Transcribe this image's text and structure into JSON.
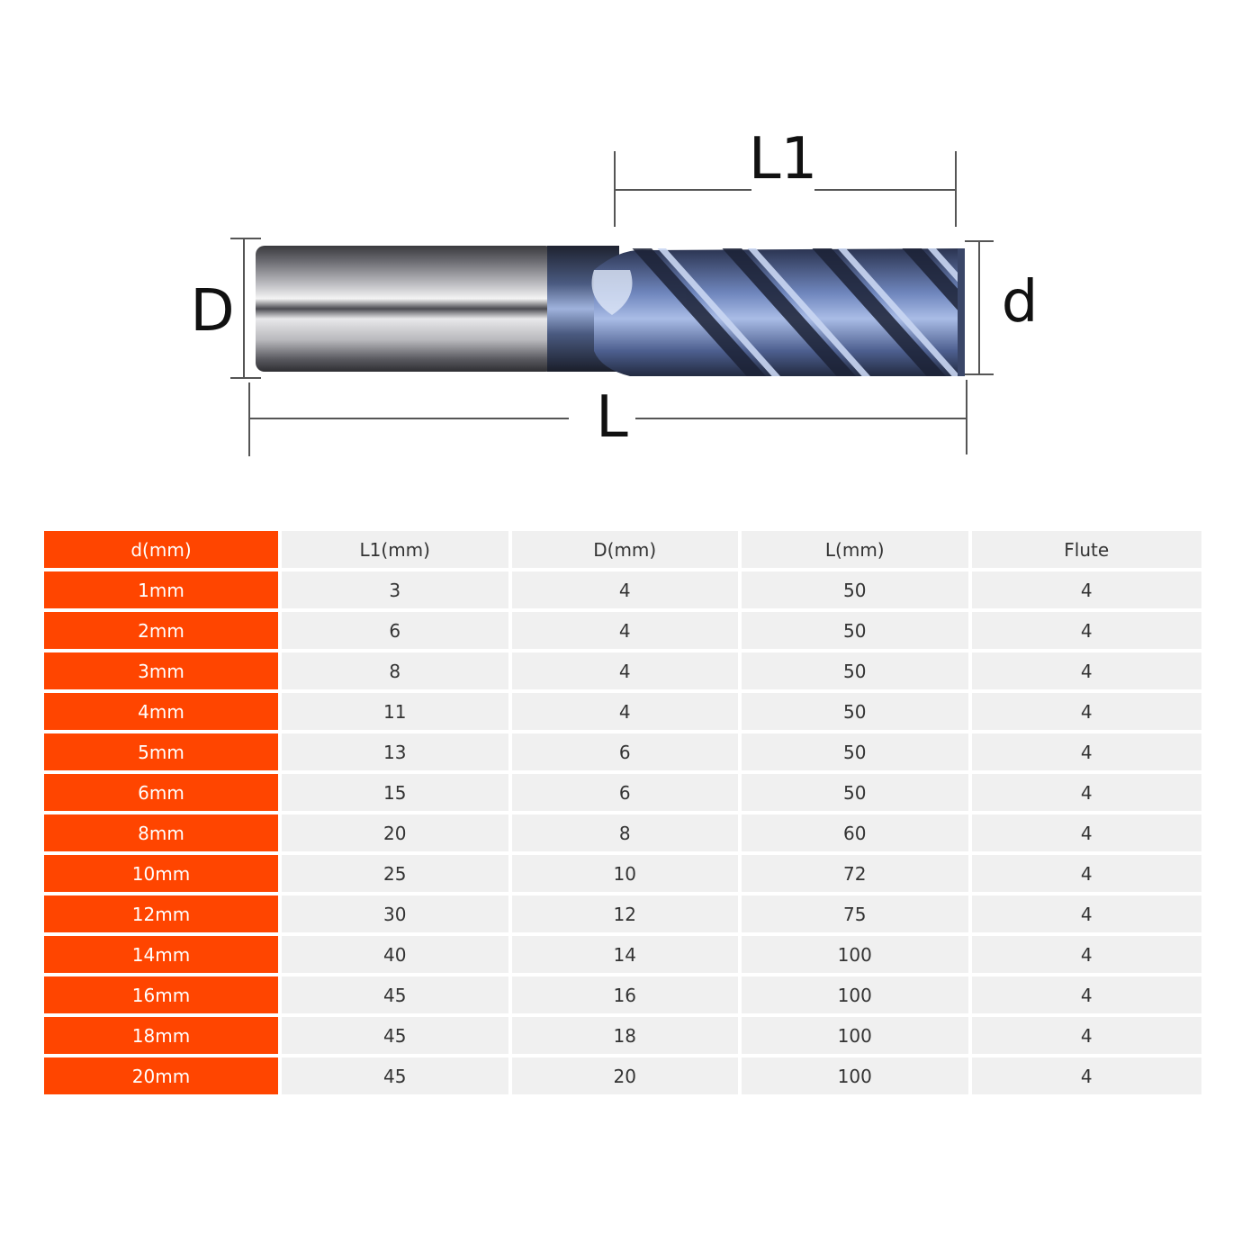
{
  "diagram": {
    "labels": {
      "overall_length": "L",
      "flute_length": "L1",
      "shank_diameter": "D",
      "cutter_diameter": "d"
    }
  },
  "colors": {
    "accent": "#ff4500",
    "cell_bg": "#f0f0f0",
    "tool_coating": "#7d93c4",
    "shank": "#8a8a8a"
  },
  "table": {
    "headers": [
      "d(mm)",
      "L1(mm)",
      "D(mm)",
      "L(mm)",
      "Flute"
    ],
    "rows": [
      [
        "1mm",
        "3",
        "4",
        "50",
        "4"
      ],
      [
        "2mm",
        "6",
        "4",
        "50",
        "4"
      ],
      [
        "3mm",
        "8",
        "4",
        "50",
        "4"
      ],
      [
        "4mm",
        "11",
        "4",
        "50",
        "4"
      ],
      [
        "5mm",
        "13",
        "6",
        "50",
        "4"
      ],
      [
        "6mm",
        "15",
        "6",
        "50",
        "4"
      ],
      [
        "8mm",
        "20",
        "8",
        "60",
        "4"
      ],
      [
        "10mm",
        "25",
        "10",
        "72",
        "4"
      ],
      [
        "12mm",
        "30",
        "12",
        "75",
        "4"
      ],
      [
        "14mm",
        "40",
        "14",
        "100",
        "4"
      ],
      [
        "16mm",
        "45",
        "16",
        "100",
        "4"
      ],
      [
        "18mm",
        "45",
        "18",
        "100",
        "4"
      ],
      [
        "20mm",
        "45",
        "20",
        "100",
        "4"
      ]
    ]
  }
}
